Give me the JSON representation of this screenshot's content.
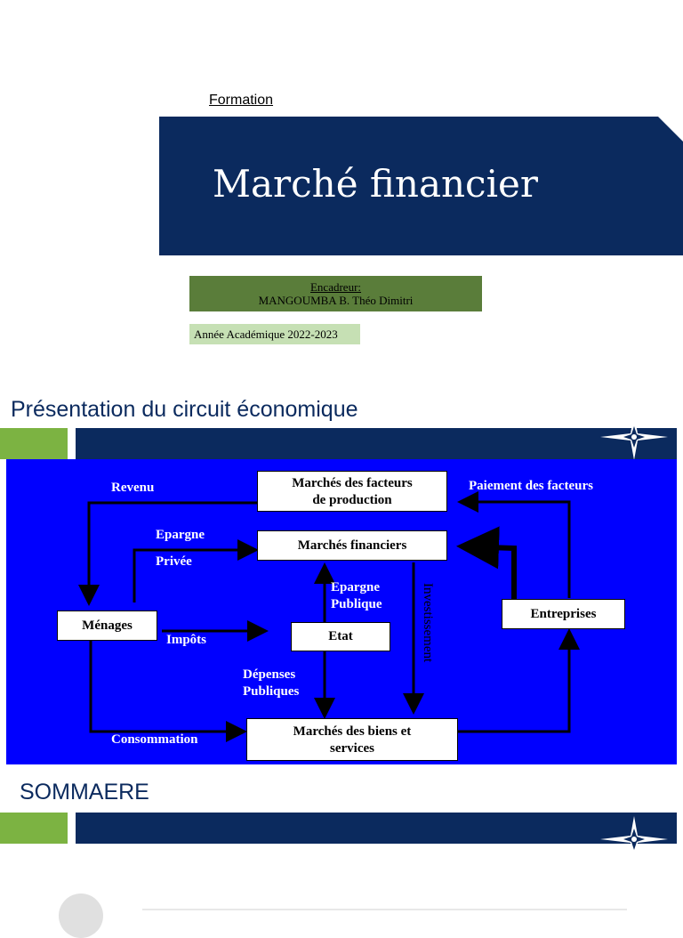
{
  "cover": {
    "formation_label": "Formation",
    "title": "Marché financier",
    "supervisor_label": "Encadreur:",
    "supervisor_name": "MANGOUMBA B. Théo Dimitri",
    "academic_year": "Année Académique 2022-2023"
  },
  "sections": [
    {
      "title": "Présentation du circuit économique"
    },
    {
      "title": "SOMMAERE"
    }
  ],
  "diagram": {
    "boxes": {
      "factors_market": "Marchés des facteurs de production",
      "factors_market_line1": "Marchés des facteurs",
      "factors_market_line2": "de production",
      "financial_markets": "Marchés financiers",
      "households": "Ménages",
      "state": "Etat",
      "enterprises": "Entreprises",
      "goods_market_line1": "Marchés des biens et",
      "goods_market_line2": "services"
    },
    "labels": {
      "revenue": "Revenu",
      "factor_payment": "Paiement des facteurs",
      "private_savings_line1": "Epargne",
      "private_savings_line2": "Privée",
      "public_savings_line1": "Epargne",
      "public_savings_line2": "Publique",
      "taxes": "Impôts",
      "investment": "Investissement",
      "public_spending_line1": "Dépenses",
      "public_spending_line2": "Publiques",
      "consumption": "Consommation"
    }
  },
  "colors": {
    "navy": "#0b2a5e",
    "green_accent": "#7cb342",
    "diagram_blue": "#0000ff",
    "supervisor_green": "#5a7d3a",
    "year_green": "#c6e0b4"
  },
  "icons": [
    "compass-star-icon"
  ]
}
